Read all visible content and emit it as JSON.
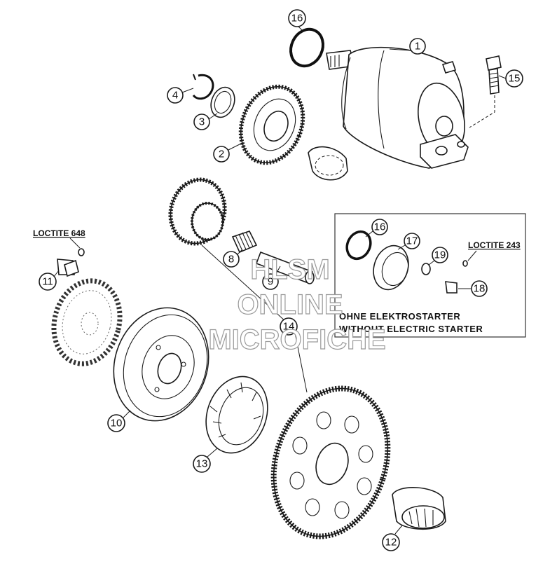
{
  "diagram": {
    "callouts": [
      {
        "id": "c1",
        "number": "1"
      },
      {
        "id": "c2",
        "number": "2"
      },
      {
        "id": "c3",
        "number": "3"
      },
      {
        "id": "c4",
        "number": "4"
      },
      {
        "id": "c8",
        "number": "8"
      },
      {
        "id": "c9",
        "number": "9"
      },
      {
        "id": "c10",
        "number": "10"
      },
      {
        "id": "c11",
        "number": "11"
      },
      {
        "id": "c12",
        "number": "12"
      },
      {
        "id": "c13",
        "number": "13"
      },
      {
        "id": "c14",
        "number": "14"
      },
      {
        "id": "c15",
        "number": "15"
      },
      {
        "id": "c16",
        "number": "16"
      },
      {
        "id": "c16b",
        "number": "16"
      },
      {
        "id": "c17",
        "number": "17"
      },
      {
        "id": "c18",
        "number": "18"
      },
      {
        "id": "c19",
        "number": "19"
      }
    ],
    "labels": {
      "loctite_648": "LOCTITE 648",
      "loctite_243": "LOCTITE 243"
    },
    "inset": {
      "line1": "OHNE ELEKTROSTARTER",
      "line2": "WITHOUT ELECTRIC STARTER"
    },
    "watermark": {
      "line1": "HLSM",
      "line2": "ONLINE",
      "line3": "MICROFICHE"
    }
  }
}
